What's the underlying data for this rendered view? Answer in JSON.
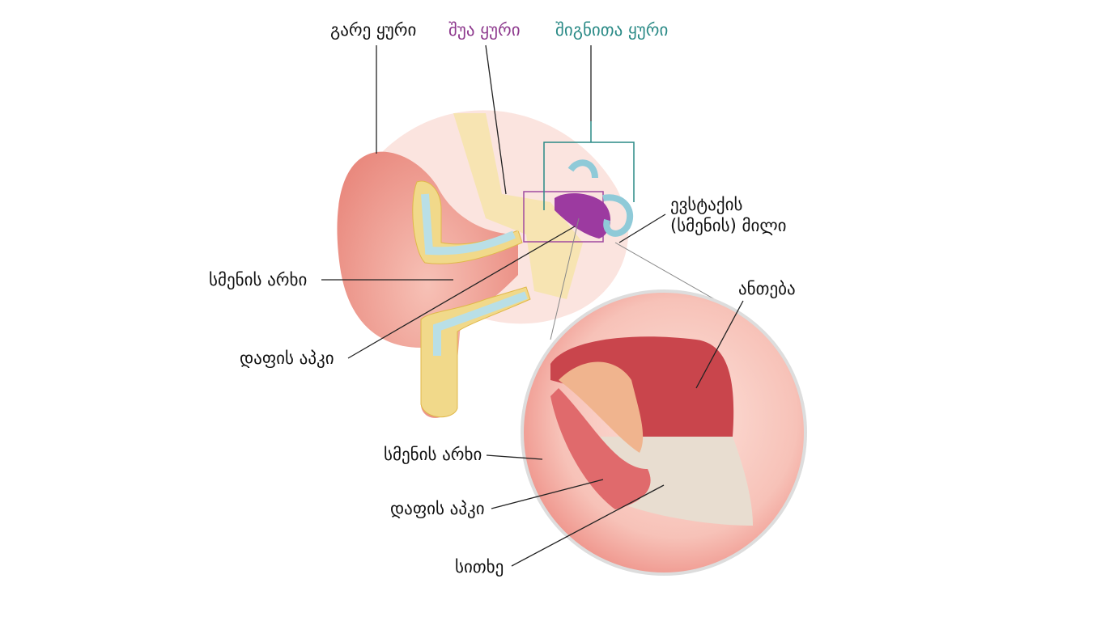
{
  "title_labels": {
    "outer_ear": "გარე ყური",
    "middle_ear": "შუა ყური",
    "inner_ear": "შიგნითა ყური"
  },
  "labels": {
    "eustachian_tube_line1": "ევსტაქის",
    "eustachian_tube_line2": "(სმენის) მილი",
    "ear_canal": "სმენის არხი",
    "eardrum": "დაფის აპკი",
    "inflammation": "ანთება",
    "ear_canal_detail": "სმენის არხი",
    "eardrum_detail": "დაფის აპკი",
    "fluid": "სითხე"
  },
  "colors": {
    "outer_ear": "#111111",
    "middle_ear": "#8e3a8e",
    "inner_ear": "#2a8a86",
    "skin": "#f2a49a",
    "bone": "#f1d98a",
    "cartilage": "#b9dfe6"
  }
}
